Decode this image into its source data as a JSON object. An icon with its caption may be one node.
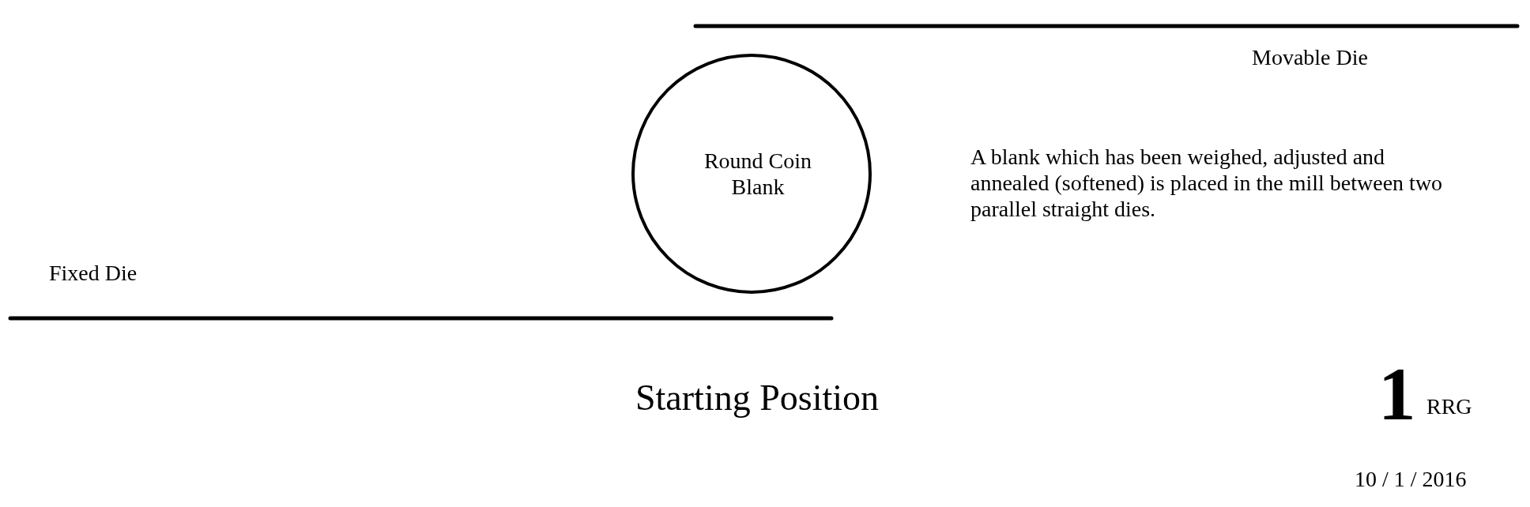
{
  "diagram": {
    "caption": "Starting Position",
    "nodes": [
      {
        "text": [
          "Round Coin Blank"
        ]
      }
    ],
    "labels": [
      "Movable Die",
      "A blank which has been weighed, adjusted and annealed (softened) is placed in the mill between two parallel straight dies.",
      "Fixed Die",
      "1",
      "RRG",
      "10 / 1 / 2016"
    ]
  }
}
